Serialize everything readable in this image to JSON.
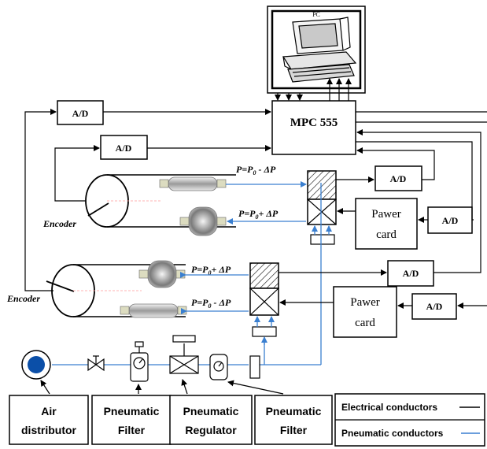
{
  "pc": {
    "label": "PC"
  },
  "controller": {
    "label": "MPC 555"
  },
  "converters": {
    "ad": "A/D"
  },
  "power_card": {
    "line1": "Pawer",
    "line2": "card"
  },
  "encoder": {
    "label": "Encoder"
  },
  "pressure": {
    "upper_top": "P=P0 - ΔP",
    "upper_bottom": "P=P0+ ΔP",
    "lower_top": "P=P0+ ΔP",
    "lower_bottom": "P=P0 - ΔP"
  },
  "components": {
    "air_distributor": {
      "line1": "Air",
      "line2": "distributor"
    },
    "filter_1": {
      "line1": "Pneumatic",
      "line2": "Filter"
    },
    "regulator": {
      "line1": "Pneumatic",
      "line2": "Regulator"
    },
    "filter_2": {
      "line1": "Pneumatic",
      "line2": "Filter"
    }
  },
  "legend": {
    "electrical": "Electrical conductors",
    "pneumatic": "Pneumatic conductors"
  },
  "colors": {
    "electrical": "#000000",
    "pneumatic": "#3a7fd0",
    "muscle": "#c8c8c8",
    "distributor": "#0b4fa8"
  }
}
